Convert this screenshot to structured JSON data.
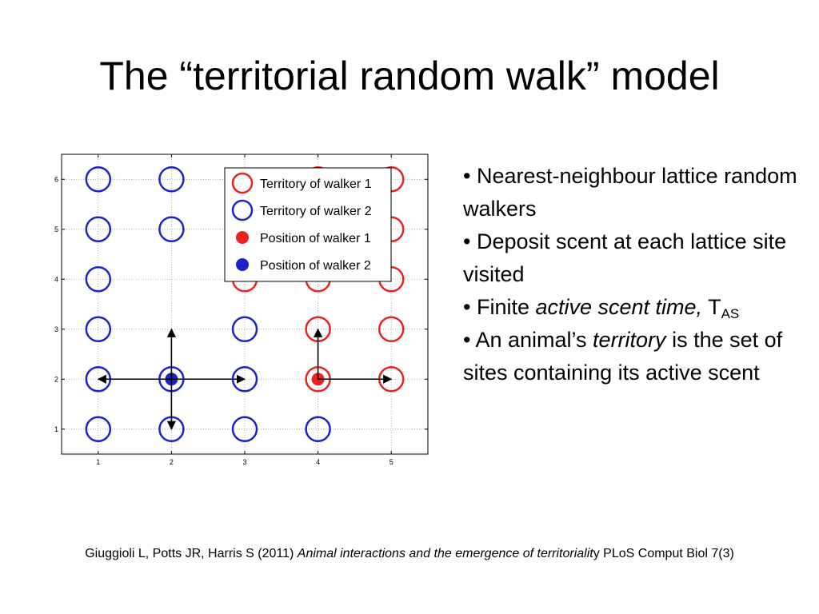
{
  "title": "The “territorial random walk” model",
  "bullets": [
    {
      "prefix": "• Nearest-neighbour lattice random walkers"
    },
    {
      "prefix": "• Deposit scent at each lattice site visited"
    },
    {
      "prefix": "• Finite ",
      "em": "active scent time,",
      "suffix": " T",
      "sub": "AS"
    },
    {
      "prefix": "• An animal’s ",
      "em": "territory",
      "suffix": " is the set of sites containing its active scent"
    }
  ],
  "citation": {
    "prefix": "Giuggioli L, Potts JR, Harris S (2011) ",
    "em": "Animal interactions and the emergence of territorialit",
    "suffix": "y PLoS Comput Biol 7(3)"
  },
  "chart_data": {
    "type": "scatter",
    "xlim": [
      0.5,
      5.5
    ],
    "ylim": [
      0.5,
      6.5
    ],
    "xticks": [
      1,
      2,
      3,
      4,
      5
    ],
    "yticks": [
      1,
      2,
      3,
      4,
      5,
      6
    ],
    "grid": true,
    "legend_position": "top-right",
    "colors": {
      "walker1": "#e8231f",
      "walker2": "#1c22cc",
      "arrow": "#000000"
    },
    "series": [
      {
        "name": "Territory of walker 1",
        "marker": "open-circle",
        "color": "#e8231f",
        "points": [
          [
            4,
            2
          ],
          [
            4,
            3
          ],
          [
            4,
            4
          ],
          [
            4,
            6
          ],
          [
            5,
            2
          ],
          [
            5,
            3
          ],
          [
            5,
            4
          ],
          [
            5,
            5
          ],
          [
            5,
            6
          ],
          [
            3,
            4
          ]
        ]
      },
      {
        "name": "Territory of walker 2",
        "marker": "open-circle",
        "color": "#1c22cc",
        "points": [
          [
            1,
            1
          ],
          [
            1,
            2
          ],
          [
            1,
            3
          ],
          [
            1,
            4
          ],
          [
            1,
            5
          ],
          [
            1,
            6
          ],
          [
            2,
            1
          ],
          [
            2,
            2
          ],
          [
            2,
            5
          ],
          [
            2,
            6
          ],
          [
            3,
            1
          ],
          [
            3,
            2
          ],
          [
            3,
            3
          ],
          [
            4,
            1
          ]
        ]
      },
      {
        "name": "Position of walker 1",
        "marker": "filled-dot",
        "color": "#e8231f",
        "points": [
          [
            4,
            2
          ]
        ]
      },
      {
        "name": "Position of walker 2",
        "marker": "filled-dot",
        "color": "#1c22cc",
        "points": [
          [
            2,
            2
          ]
        ]
      }
    ],
    "arrows": [
      {
        "from": [
          2,
          2
        ],
        "to": [
          1,
          2
        ]
      },
      {
        "from": [
          2,
          2
        ],
        "to": [
          3,
          2
        ]
      },
      {
        "from": [
          2,
          2
        ],
        "to": [
          2,
          3
        ]
      },
      {
        "from": [
          2,
          2
        ],
        "to": [
          2,
          1
        ]
      },
      {
        "from": [
          4,
          2
        ],
        "to": [
          5,
          2
        ]
      },
      {
        "from": [
          4,
          2
        ],
        "to": [
          4,
          3
        ]
      }
    ]
  }
}
